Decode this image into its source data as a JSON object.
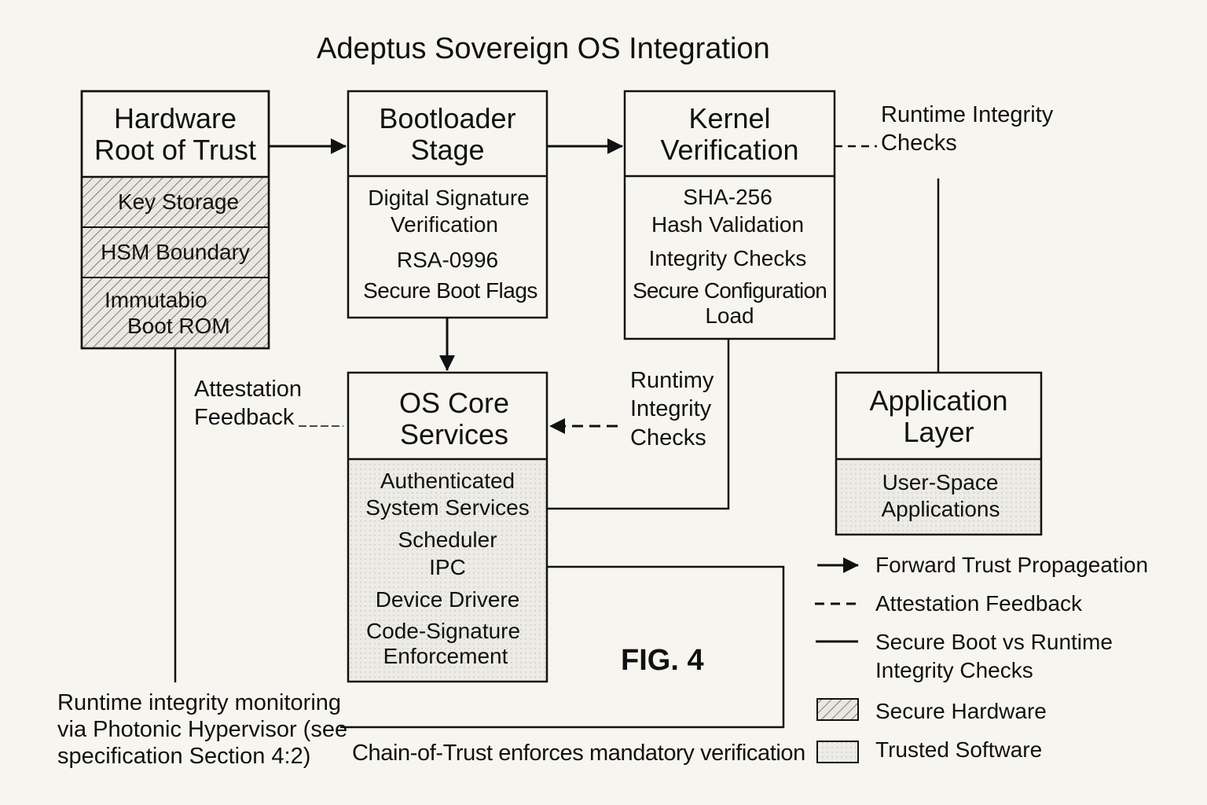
{
  "title": "Adeptus Sovereign OS Integration",
  "hrot": {
    "title_l1": "Hardware",
    "title_l2": "Root of Trust",
    "rows": [
      "Key Storage",
      "HSM Boundary"
    ],
    "rom_l1": "Immutabio",
    "rom_l2": "Boot ROM"
  },
  "bootloader": {
    "title_l1": "Bootloader",
    "title_l2": "Stage",
    "items": [
      "Digital Signature",
      "Verification",
      "RSA-0996",
      "Secure Boot Flags"
    ]
  },
  "kernel": {
    "title_l1": "Kernel",
    "title_l2": "Verification",
    "items": [
      "SHA-256",
      "Hash Validation",
      "Integrity Checks",
      "Secure Configuration",
      "Load"
    ]
  },
  "runtime_top": {
    "l1": "Runtime Integrity",
    "l2": "Checks"
  },
  "runtime_mid": {
    "l1": "Runtimy",
    "l2": "Integrity",
    "l3": "Checks"
  },
  "attestation": {
    "l1": "Attestation",
    "l2": "Feedback"
  },
  "os_core": {
    "title_l1": "OS Core",
    "title_l2": "Services",
    "items": [
      "Authenticated",
      "System Services",
      "Scheduler",
      "IPC",
      "Device Drivere",
      "Code-Signature",
      "Enforcement"
    ]
  },
  "app_layer": {
    "title_l1": "Application",
    "title_l2": "Layer",
    "items": [
      "User-Space",
      "Applications"
    ]
  },
  "fig_label": "FIG. 4",
  "monitoring_note": {
    "l1": "Runtime integrity monitoring",
    "l2": "via Photonic Hypervisor (see",
    "l3": "specification Section 4:2)"
  },
  "chain_note": "Chain-of-Trust enforces mandatory verification",
  "legend": {
    "forward": "Forward Trust Propageation",
    "attest": "Attestation Feedback",
    "secure_l1": "Secure Boot vs Runtime",
    "secure_l2": "Integrity Checks",
    "hardware": "Secure Hardware",
    "software": "Trusted Software"
  },
  "colors": {
    "ink": "#111111",
    "background": "#f7f5ef",
    "software_fill": "#ecebe6"
  }
}
